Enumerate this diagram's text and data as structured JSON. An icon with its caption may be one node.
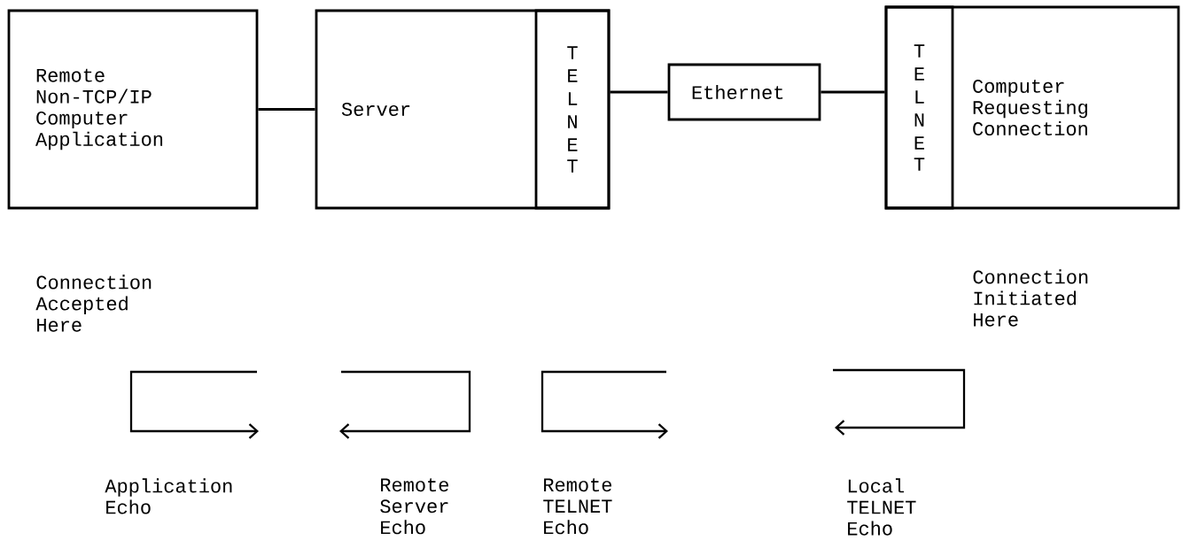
{
  "diagram": {
    "nodes": [
      {
        "text": [
          "Remote Non-TCP/IP Computer Application"
        ]
      },
      {
        "text": [
          "Server"
        ]
      },
      {
        "text": [
          "TELNET"
        ],
        "in": 1
      },
      {
        "text": [
          "Ethernet"
        ]
      },
      {
        "text": [
          "Computer Requesting Connection"
        ]
      },
      {
        "text": [
          "TELNET"
        ],
        "in": 4
      }
    ],
    "edges": [
      {
        "from": 0,
        "to": 1,
        "arrow": "none"
      },
      {
        "from": 2,
        "to": 3,
        "arrow": "none"
      },
      {
        "from": 3,
        "to": 5,
        "arrow": "none"
      }
    ],
    "labels": [
      "Connection Accepted Here",
      "Connection Initiated Here",
      "Application Echo",
      "Remote Server Echo",
      "Remote TELNET Echo",
      "Local TELNET Echo"
    ]
  }
}
